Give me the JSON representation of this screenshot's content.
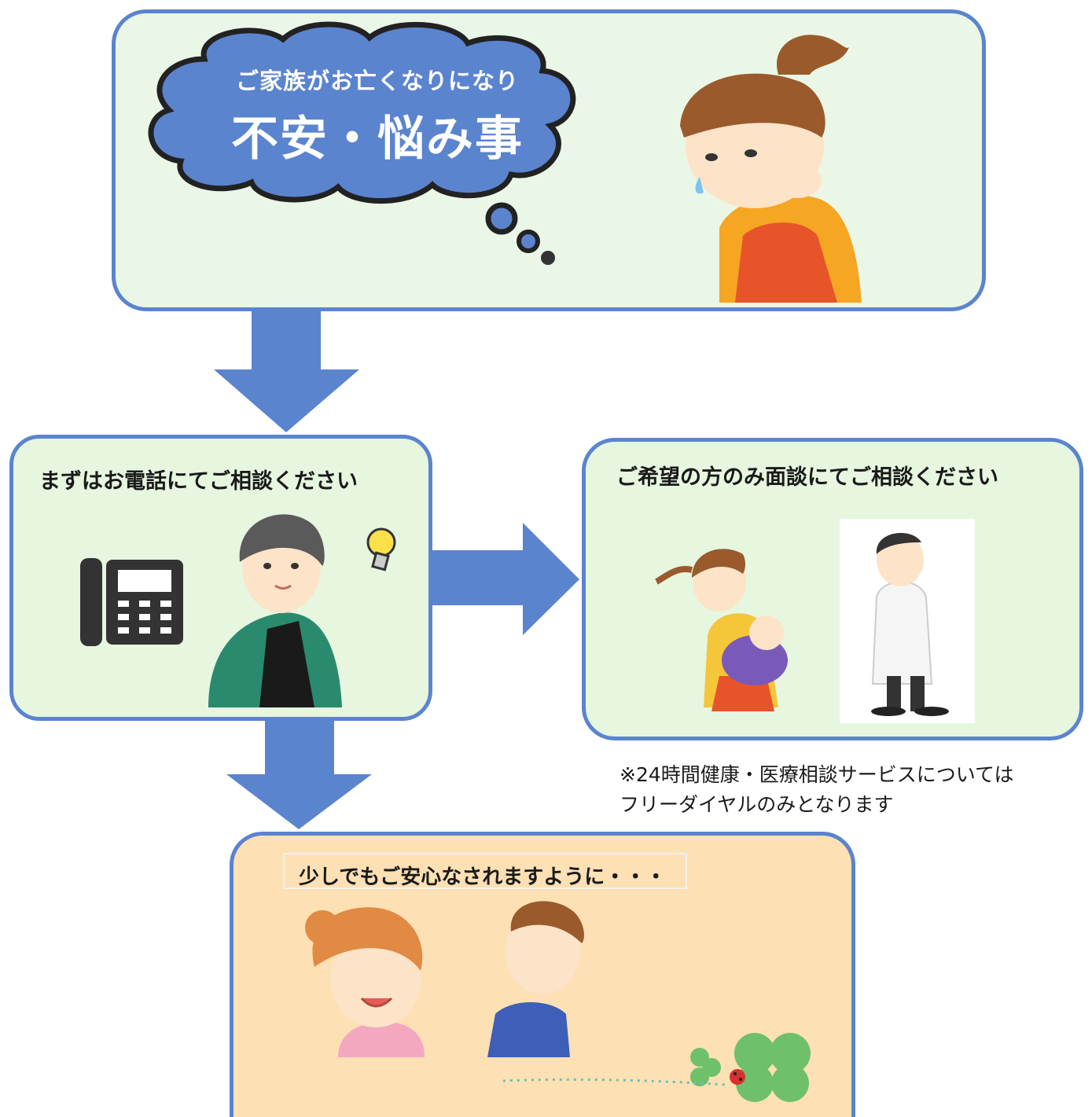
{
  "top_panel": {
    "cloud_line1": "ご家族がお亡くなりになり",
    "cloud_line2": "不安・悩み事"
  },
  "phone_panel": {
    "title": "まずはお電話にてご相談ください"
  },
  "interview_panel": {
    "title": "ご希望の方のみ面談にてご相談ください",
    "note_line1": "※24時間健康・医療相談サービスについては",
    "note_line2": "フリーダイヤルのみとなります"
  },
  "bottom_panel": {
    "title": "少しでもご安心なされますように・・・"
  },
  "colors": {
    "border": "#5b84cf",
    "arrow": "#5b84cf",
    "cloud": "#5b84cf",
    "panel_green": "#e6f6df",
    "panel_orange": "#fde0b4"
  }
}
